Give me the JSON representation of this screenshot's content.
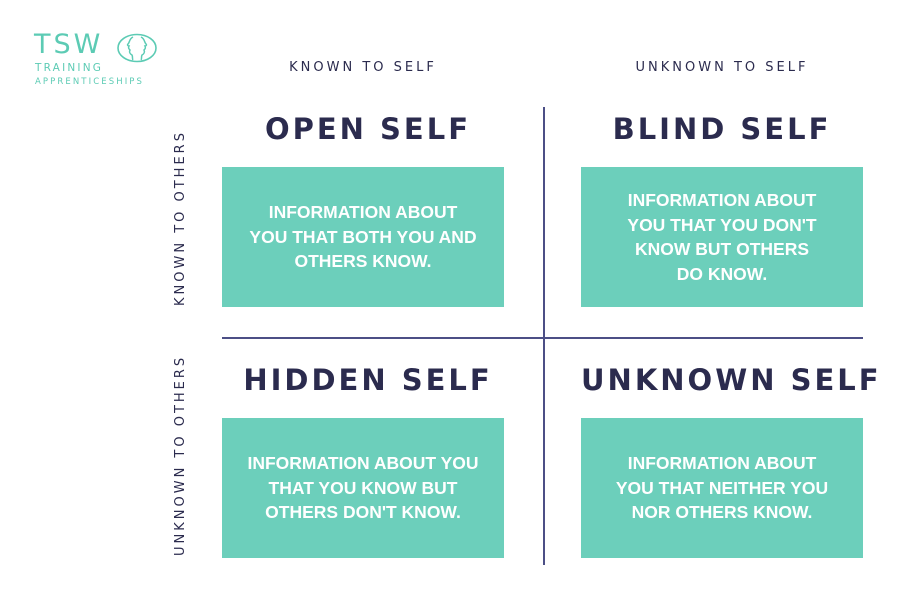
{
  "logo": {
    "brand": "TSW",
    "line2": "TRAINING",
    "line3": "APPRENTICESHIPS",
    "color": "#5ccbb4",
    "icon": "two-faces-profile-icon"
  },
  "columns": {
    "known_to_self": "KNOWN TO SELF",
    "unknown_to_self": "UNKNOWN TO SELF"
  },
  "rows": {
    "known_to_others": "KNOWN TO OTHERS",
    "unknown_to_others": "UNKNOWN TO OTHERS"
  },
  "quadrants": {
    "open": {
      "title": "OPEN SELF",
      "text": "INFORMATION ABOUT YOU THAT BOTH YOU AND OTHERS KNOW."
    },
    "blind": {
      "title": "BLIND SELF",
      "text": "INFORMATION ABOUT YOU THAT YOU DON'T KNOW BUT OTHERS DO KNOW."
    },
    "hidden": {
      "title": "HIDDEN SELF",
      "text": "INFORMATION ABOUT YOU THAT YOU KNOW BUT OTHERS DON'T KNOW."
    },
    "unknown": {
      "title": "UNKNOWN SELF",
      "text": "INFORMATION ABOUT YOU THAT NEITHER YOU NOR OTHERS KNOW."
    }
  },
  "colors": {
    "box": "#6ccfbb",
    "text_dark": "#2b2b4e",
    "divider": "#4c4f86"
  }
}
